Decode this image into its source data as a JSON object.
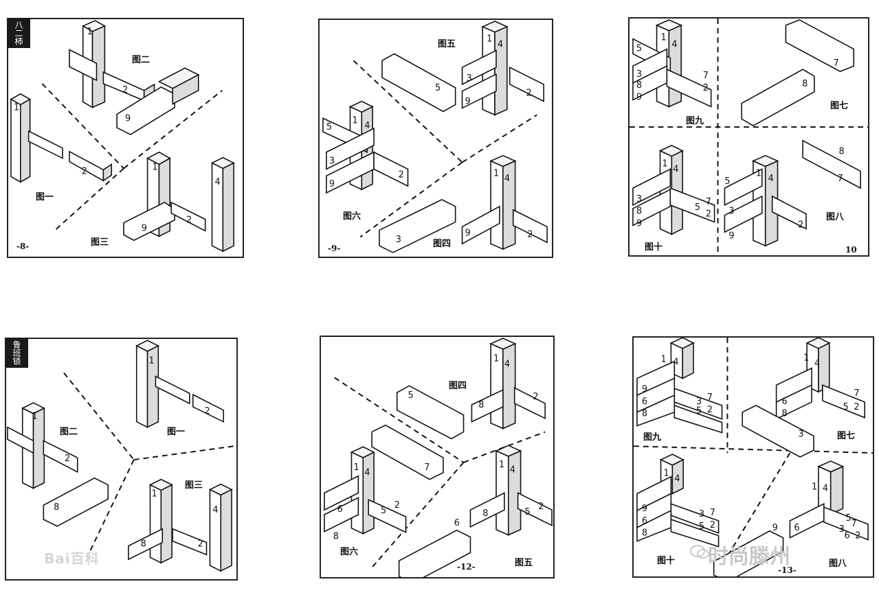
{
  "top_row": {
    "p8": {
      "vertical_tag": "八二柿",
      "figs": [
        "图二",
        "图一",
        "图三"
      ],
      "page_number": "-8-",
      "numbers": [
        "1",
        "2",
        "9",
        "1",
        "2",
        "1",
        "4",
        "9",
        "2"
      ]
    },
    "p9": {
      "figs": [
        "图五",
        "图六",
        "图四"
      ],
      "page_number": "-9-",
      "numbers": [
        "1",
        "4",
        "3",
        "9",
        "2",
        "5",
        "5",
        "1",
        "4",
        "3",
        "9",
        "2",
        "3",
        "1",
        "4",
        "9",
        "2"
      ]
    },
    "p10": {
      "figs": [
        "图九",
        "图七",
        "图十",
        "图八"
      ],
      "page_number": "10",
      "numbers": [
        "1",
        "4",
        "5",
        "3",
        "8",
        "9",
        "7",
        "2",
        "7",
        "8",
        "1",
        "4",
        "3",
        "8",
        "9",
        "5",
        "7",
        "2",
        "1",
        "4",
        "5",
        "3",
        "9",
        "8",
        "7",
        "2"
      ]
    }
  },
  "bottom_row": {
    "p11": {
      "vertical_tag": "鲁班锁",
      "figs": [
        "图二",
        "图一",
        "图三"
      ],
      "numbers": [
        "1",
        "1",
        "2",
        "2",
        "8",
        "1",
        "4",
        "8",
        "2"
      ]
    },
    "p12": {
      "figs": [
        "图四",
        "图六",
        "图五"
      ],
      "page_number": "-12-",
      "numbers": [
        "5",
        "1",
        "4",
        "8",
        "2",
        "7",
        "1",
        "4",
        "6",
        "5",
        "2",
        "8",
        "1",
        "4",
        "8",
        "5",
        "2",
        "6"
      ]
    },
    "p13": {
      "figs": [
        "图九",
        "图七",
        "图十",
        "图八"
      ],
      "page_number": "-13-",
      "numbers": [
        "1",
        "4",
        "9",
        "6",
        "8",
        "3",
        "7",
        "5",
        "2",
        "1",
        "4",
        "6",
        "8",
        "7",
        "5",
        "2",
        "3",
        "1",
        "4",
        "9",
        "6",
        "8",
        "3",
        "7",
        "5",
        "2",
        "9",
        "1",
        "4",
        "6",
        "5",
        "3",
        "7",
        "6",
        "2"
      ]
    }
  },
  "watermarks": {
    "left": "Bai百科",
    "right": "时尚滕州"
  }
}
